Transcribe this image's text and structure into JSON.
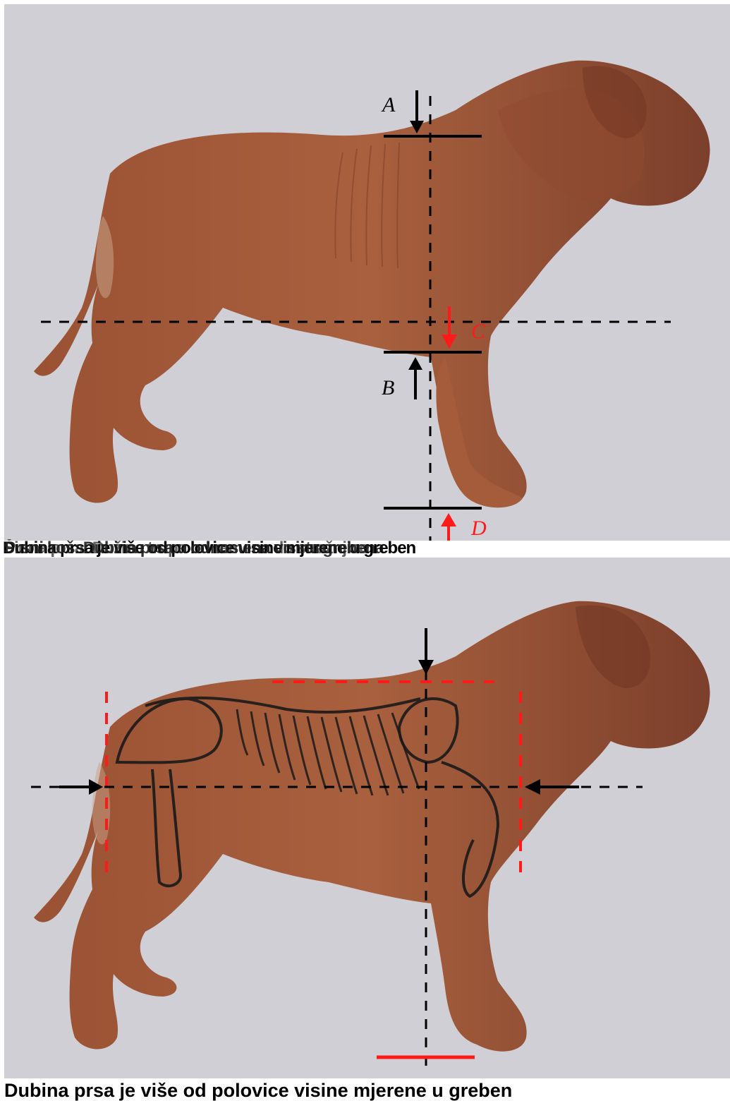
{
  "top_figure": {
    "labels": {
      "a": "A",
      "b": "B",
      "c": "C",
      "d": "D"
    },
    "overlapping_caption_text": [
      "Dubina prsa je više od polovice visine mjerene u greben",
      "Prsni koš: Dubina prsa u odnosu na visinu grebena",
      "Širina prsa: Dužina trupa od ramena do stražnjice"
    ]
  },
  "bottom_figure": {
    "caption": "Dubina prsa je više od polovice visine mjerene u greben"
  },
  "colors": {
    "background": "#cfcfd5",
    "measure_black": "#000000",
    "measure_red": "#ff1a1a",
    "dog_coat": "#a65a3a"
  }
}
